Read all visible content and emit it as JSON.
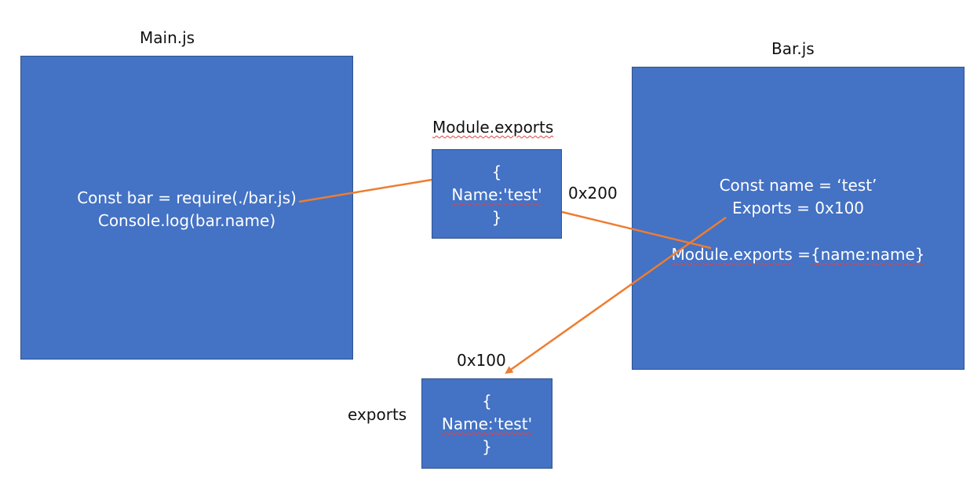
{
  "main_file": {
    "title": "Main.js",
    "code_line_1": "Const bar = require(./bar.js)",
    "code_line_2": "Console.log(bar.name)"
  },
  "module_exports_obj": {
    "title": "Module.exports",
    "open_brace": "{",
    "property": "Name:'test'",
    "close_brace": "}",
    "address": "0x200"
  },
  "bar_file": {
    "title": "Bar.js",
    "code_line_1": "Const name = ‘test’",
    "code_line_2": "Exports = 0x100",
    "code_line_3_prefix": "Module.exports",
    "code_line_3_mid": " =",
    "code_line_3_suffix": "{name:name}"
  },
  "exports_obj": {
    "title": "exports",
    "address": "0x100",
    "open_brace": "{",
    "property": "Name:'test'",
    "close_brace": "}"
  },
  "colors": {
    "box_fill": "#4472c4",
    "box_border": "#2f528f",
    "connector": "#ed7d31",
    "spell_underline": "#e34141"
  }
}
